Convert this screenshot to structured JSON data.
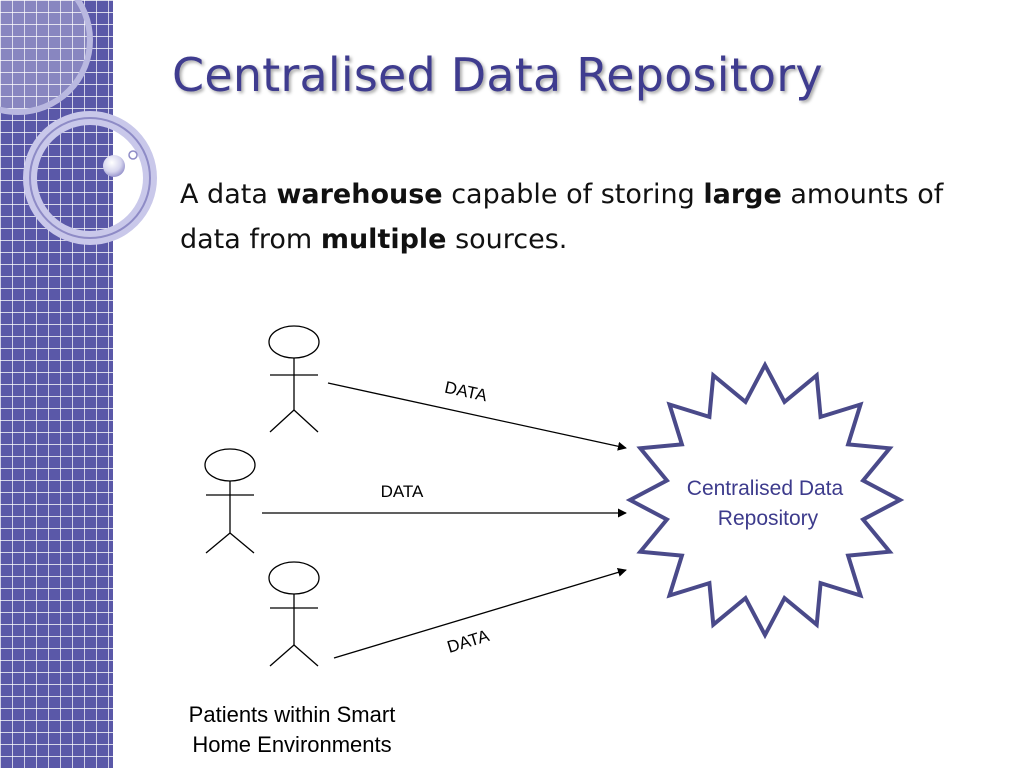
{
  "slide": {
    "title": "Centralised Data Repository",
    "bullet": {
      "p1": "A data ",
      "b1": "warehouse",
      "p2": " capable of storing ",
      "b2": "large",
      "p3": " amounts of data from ",
      "b3": "multiple",
      "p4": " sources."
    }
  },
  "diagram": {
    "arrow_labels": [
      "DATA",
      "DATA",
      "DATA"
    ],
    "repository": {
      "line1": "Centralised Data",
      "line2": "Repository"
    },
    "caption": {
      "line1": "Patients within Smart",
      "line2": "Home Environments"
    }
  },
  "colors": {
    "theme": "#3f3c8f",
    "sidebar": "#5a58a8",
    "star_outline": "#4a4a8a",
    "repository_text": "#3d3b8c"
  },
  "icons": [
    "stick-figure-icon",
    "starburst-icon",
    "arrow-icon"
  ]
}
